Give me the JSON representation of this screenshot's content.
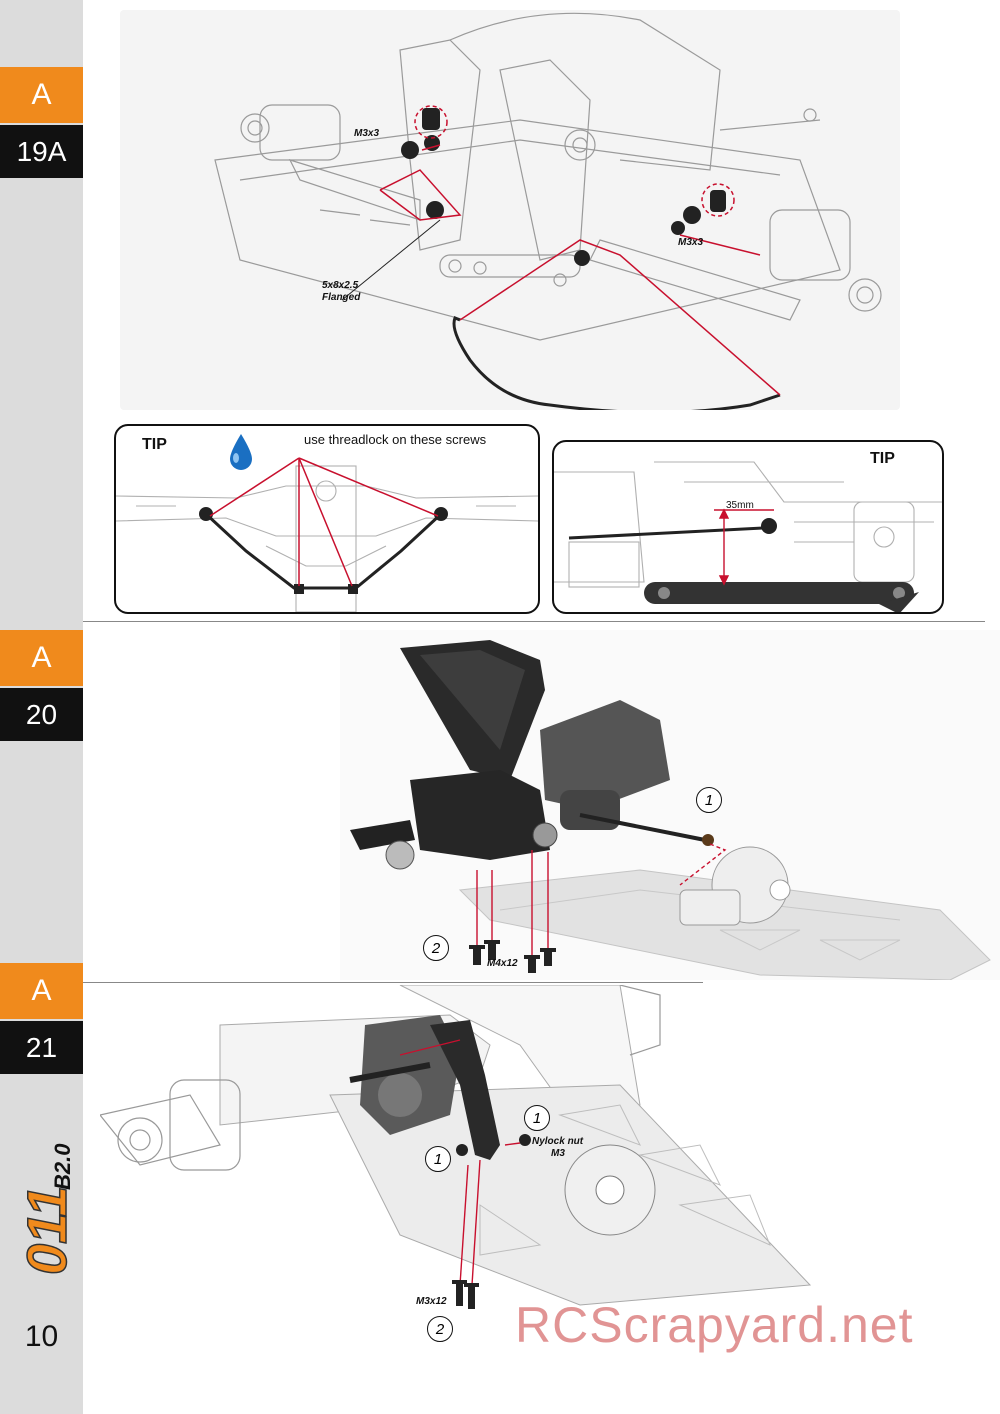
{
  "steps": [
    {
      "section": "A",
      "number": "19A"
    },
    {
      "section": "A",
      "number": "20"
    },
    {
      "section": "A",
      "number": "21"
    }
  ],
  "page_number": "10",
  "logo_text": "B2.0",
  "step19a": {
    "labels": {
      "m3x3_left": "M3x3",
      "m3x3_right": "M3x3",
      "flanged_line1": "5x8x2.5",
      "flanged_line2": "Flanged"
    },
    "tip_left": {
      "title": "TIP",
      "text": "use threadlock on these screws"
    },
    "tip_right": {
      "title": "TIP",
      "measure": "35mm"
    }
  },
  "step20": {
    "callouts": [
      "1",
      "2"
    ],
    "screw_label": "M4x12"
  },
  "step21": {
    "callouts": [
      "1",
      "1",
      "2"
    ],
    "nut_line1": "Nylock nut",
    "nut_line2": "M3",
    "screw_label": "M3x12"
  },
  "watermark": "RCScrapyard.net",
  "colors": {
    "accent": "#f08a1c",
    "step_bg": "#111111",
    "sidebar": "#dcdcdc",
    "leader": "#c8102e",
    "drop": "#1a6fc2"
  }
}
